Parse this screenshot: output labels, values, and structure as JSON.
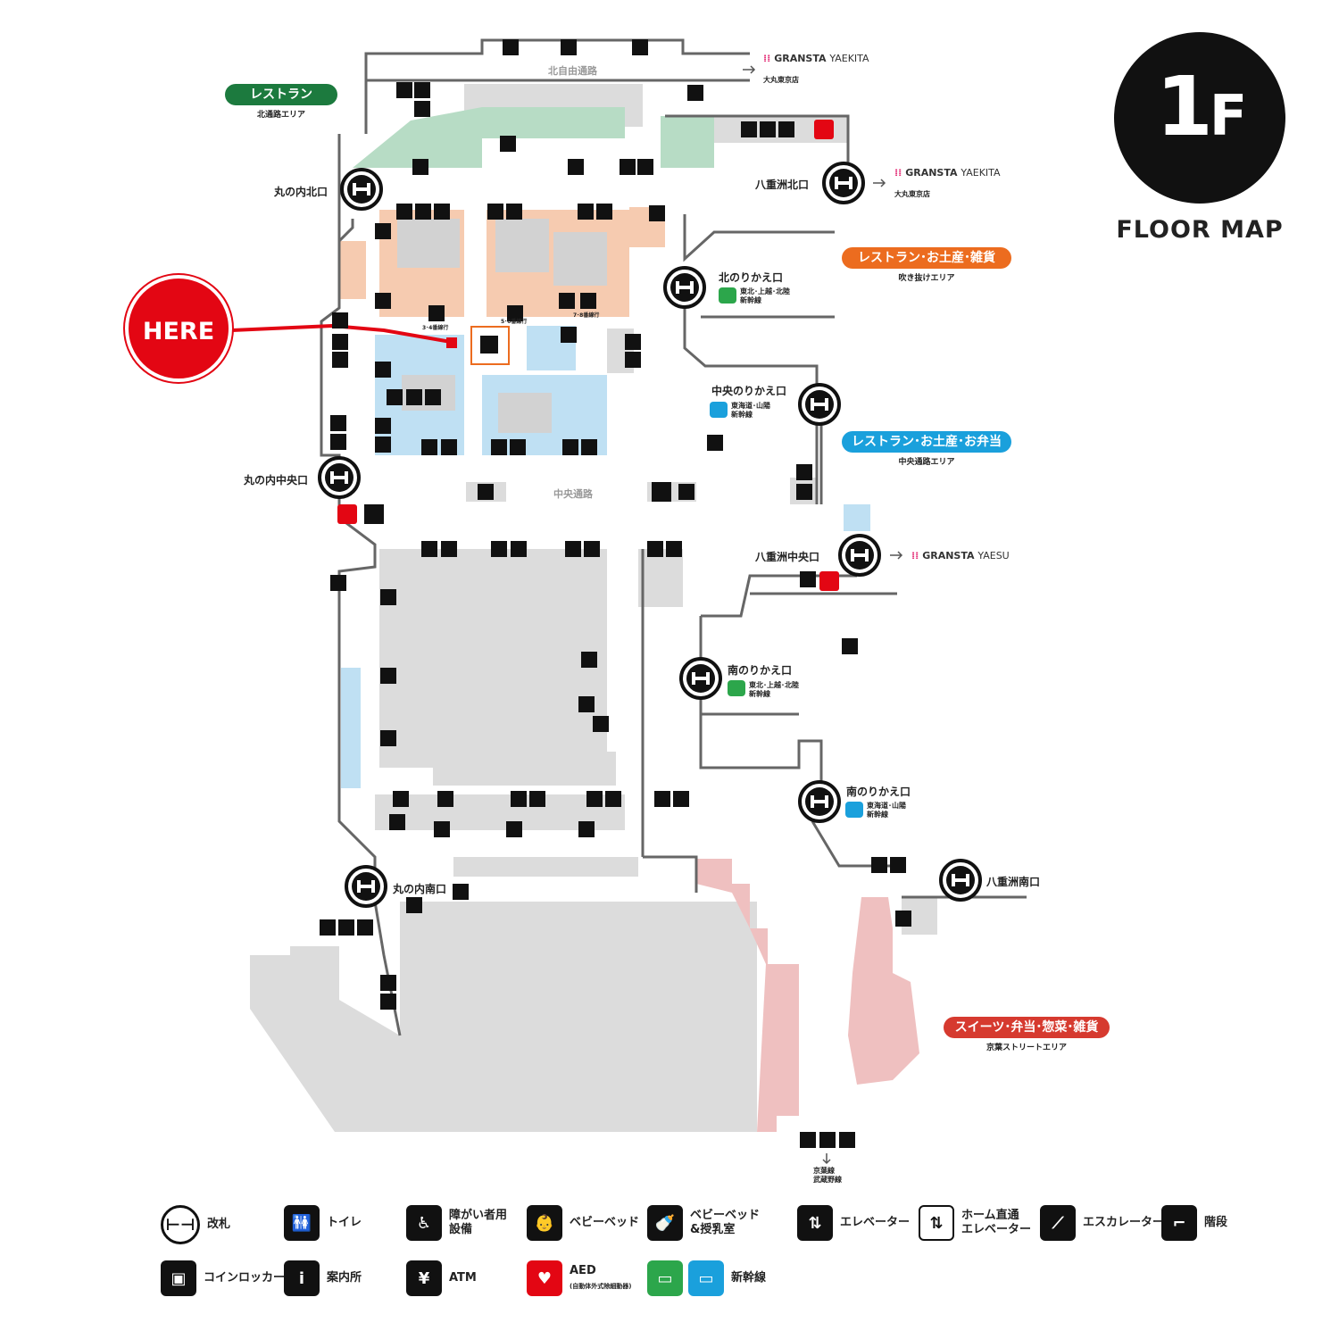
{
  "floor": {
    "number": "1",
    "suffix": "F",
    "title": "FLOOR MAP"
  },
  "here_label": "HERE",
  "areas": {
    "restaurant_north": {
      "title": "レストラン",
      "subtitle": "北通路エリア",
      "color": "#1c7a3e"
    },
    "restaurant_souvenir_goods": {
      "title": "レストラン･お土産･雑貨",
      "subtitle": "吹き抜けエリア",
      "color": "#ec6c1f"
    },
    "restaurant_souvenir_bento": {
      "title": "レストラン･お土産･お弁当",
      "subtitle": "中央通路エリア",
      "color": "#1aa0dc"
    },
    "sweets_bento": {
      "title": "スイーツ･弁当･惣菜･雑貨",
      "subtitle": "京葉ストリートエリア",
      "color": "#d63a2f"
    }
  },
  "gates": {
    "marunouchi_north": "丸の内北口",
    "marunouchi_central": "丸の内中央口",
    "marunouchi_south": "丸の内南口",
    "yaesu_north": "八重洲北口",
    "yaesu_central": "八重洲中央口",
    "yaesu_south": "八重洲南口",
    "north_transfer": "北のりかえ口",
    "central_transfer": "中央のりかえ口",
    "south_transfer_1": "南のりかえ口",
    "south_transfer_2": "南のりかえ口"
  },
  "lines": {
    "north_transfer": [
      "東北･上越･北陸",
      "新幹線"
    ],
    "central_transfer": [
      "東海道･山陽",
      "新幹線"
    ],
    "south_transfer_1": [
      "東北･上越･北陸",
      "新幹線"
    ],
    "south_transfer_2": [
      "東海道･山陽",
      "新幹線"
    ]
  },
  "passages": {
    "north": "北自由通路",
    "central": "中央通路"
  },
  "elevator_notes": {
    "a": "3･4番線行",
    "b": "5･6番線行",
    "c": "7･8番線行"
  },
  "gransta": {
    "north_1": {
      "brand": "GRANSTA",
      "area": "YAEKITA",
      "store": "大丸東京店"
    },
    "north_2": {
      "brand": "GRANSTA",
      "area": "YAEKITA",
      "store": "大丸東京店"
    },
    "yaesu": {
      "brand": "GRANSTA",
      "area": "YAESU"
    }
  },
  "keiyo": [
    "京葉線",
    "武蔵野線"
  ],
  "legend": [
    {
      "icon": "ticket-gate-icon",
      "glyph": "⊢⊣",
      "label": "改札"
    },
    {
      "icon": "toilet-icon",
      "glyph": "🚻",
      "label": "トイレ"
    },
    {
      "icon": "accessible-facility-icon",
      "glyph": "♿",
      "label": "障がい者用\n設備"
    },
    {
      "icon": "baby-bed-icon",
      "glyph": "👶",
      "label": "ベビーベッド"
    },
    {
      "icon": "nursing-room-icon",
      "glyph": "🍼",
      "label": "ベビーベッド\n&授乳室"
    },
    {
      "icon": "elevator-icon",
      "glyph": "⇅",
      "label": "エレベーター"
    },
    {
      "icon": "platform-elevator-icon",
      "glyph": "⇅",
      "label": "ホーム直通\nエレベーター"
    },
    {
      "icon": "escalator-icon",
      "glyph": "⟋",
      "label": "エスカレーター"
    },
    {
      "icon": "stairs-icon",
      "glyph": "⌐",
      "label": "階段"
    },
    {
      "icon": "coin-locker-icon",
      "glyph": "▣",
      "label": "コインロッカー"
    },
    {
      "icon": "information-icon",
      "glyph": "i",
      "label": "案内所"
    },
    {
      "icon": "atm-icon",
      "glyph": "¥",
      "label": "ATM"
    },
    {
      "icon": "aed-icon",
      "glyph": "♥",
      "label": "AED",
      "note": "(自動体外式除細動器)"
    },
    {
      "icon": "shinkansen-icon",
      "glyph": "▭",
      "label": "新幹線"
    }
  ],
  "colors": {
    "red": "#e30613",
    "green_area": "#b7dcc5",
    "orange_area": "#f6cbb0",
    "blue_area": "#bfe0f3",
    "pink_area": "#efc0c0",
    "grey_area": "#dcdcdc"
  }
}
